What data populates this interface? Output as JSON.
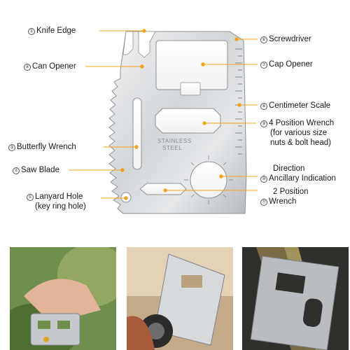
{
  "diagram": {
    "card_text": [
      "STAINLESS",
      "STEEL"
    ],
    "callouts": [
      {
        "id": "knife-edge",
        "num": "⑤",
        "label": "Knife Edge"
      },
      {
        "id": "can-opener",
        "num": "④",
        "label": "Can Opener"
      },
      {
        "id": "butterfly-wrench",
        "num": "③",
        "label": "Butterfly Wrench"
      },
      {
        "id": "saw-blade",
        "num": "②",
        "label": "Saw Blade"
      },
      {
        "id": "lanyard-hole",
        "num": "①",
        "label": "Lanyard Hole",
        "label2": "(key ring hole)"
      },
      {
        "id": "screwdriver",
        "num": "⑥",
        "label": "Screwdriver"
      },
      {
        "id": "cap-opener",
        "num": "⑦",
        "label": "Cap Opener"
      },
      {
        "id": "centimeter-scale",
        "num": "⑧",
        "label": "Centimeter Scale"
      },
      {
        "id": "four-position-wrench",
        "num": "⑨",
        "label": "4 Position Wrench",
        "label2": "(for various size",
        "label3": "nuts & bolt head)"
      },
      {
        "id": "direction-indication",
        "num": "⑩",
        "label": "Direction",
        "label2": "Ancillary Indication"
      },
      {
        "id": "two-position-wrench",
        "num": "⑪",
        "label": "2 Position",
        "label2": "Wrench"
      }
    ],
    "colors": {
      "leader": "#f5a11b",
      "steel_light": "#e4e6e8",
      "steel_dark": "#9ea3a8"
    }
  }
}
